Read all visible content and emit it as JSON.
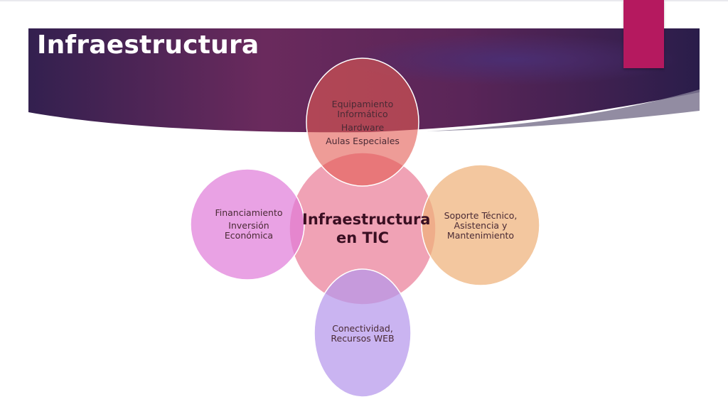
{
  "slide": {
    "title": "Infraestructura"
  },
  "diagram": {
    "center": {
      "line1": "Infraestructura",
      "line2": "en TIC"
    },
    "nodes": [
      {
        "id": "top",
        "lines": [
          "Equipamiento",
          "Informático",
          "Hardware",
          "Aulas Especiales"
        ],
        "color": "#e8655f"
      },
      {
        "id": "right",
        "lines": [
          "Soporte Técnico,",
          "Asistencia y",
          "Mantenimiento"
        ],
        "color": "#f2c392"
      },
      {
        "id": "bottom",
        "lines": [
          "Conectividad,",
          "Recursos WEB"
        ],
        "color": "#c9aef0"
      },
      {
        "id": "left",
        "lines": [
          "Financiamiento",
          "Inversión",
          "Económica"
        ],
        "color": "#e79be3"
      }
    ],
    "center_color": "#ee98ad"
  },
  "colors": {
    "banner_dark": "#2d1d4d",
    "banner_light": "#6e2b5e",
    "accent_tab": "#b5195f"
  }
}
